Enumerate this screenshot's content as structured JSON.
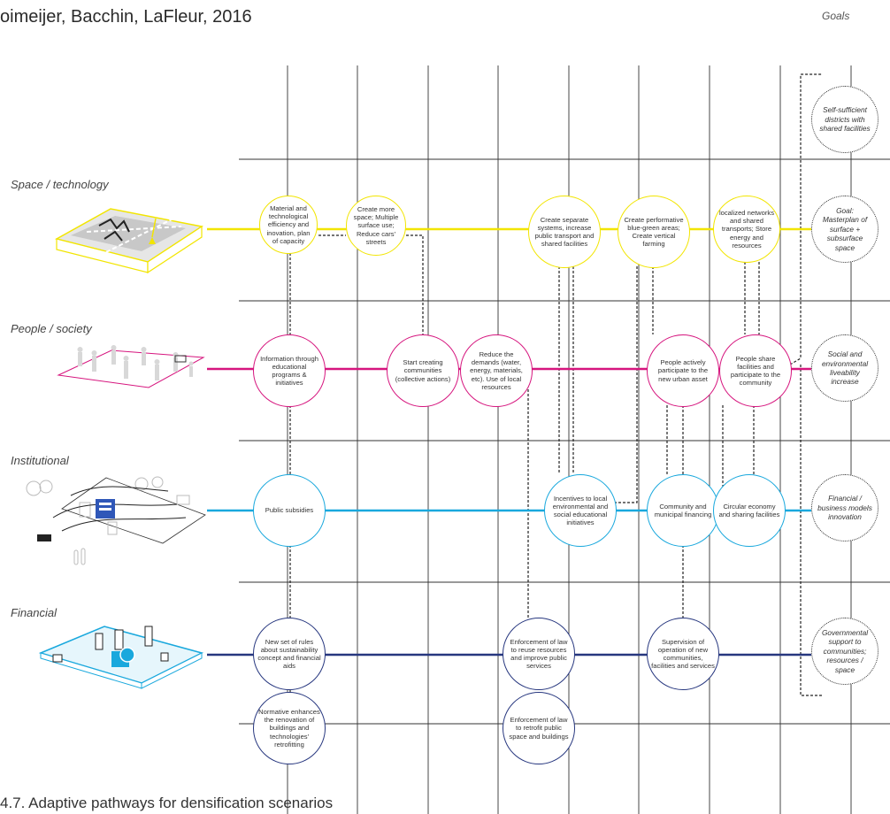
{
  "header": {
    "citation": "oimeijer, Bacchin, LaFleur, 2016",
    "goals_title": "Goals"
  },
  "caption": "4.7. Adaptive pathways for densification scenarios",
  "colors": {
    "space": "#f2e500",
    "people": "#d6157e",
    "institutional": "#19a8dd",
    "financial": "#27377f",
    "grid": "#333333"
  },
  "layers": [
    {
      "key": "space",
      "label": "Space / technology"
    },
    {
      "key": "people",
      "label": "People / society"
    },
    {
      "key": "institutional",
      "label": "Institutional"
    },
    {
      "key": "financial",
      "label": "Financial"
    }
  ],
  "nodes": {
    "space": [
      "Material and technological efficiency and inovation, plan of capacity",
      "Create more space; Multiple surface use; Reduce cars' streets",
      "Create separate systems, increase public transport and shared facilities",
      "Create performative blue-green areas; Create vertical farming",
      "localized networks and shared transports; Store energy and resources"
    ],
    "people": [
      "Information through educational programs & initiatives",
      "Start creating communities (collective actions)",
      "Reduce the demands (water, energy, materials, etc). Use of local resources",
      "People actively participate to the new urban asset",
      "People share facilities and participate to the community"
    ],
    "institutional": [
      "Public subsidies",
      "Incentives to local environmental and social educational initiatives",
      "Community and municipal financing",
      "Circular economy and sharing facilities"
    ],
    "financial": [
      "New set of rules about sustainability concept and financial aids",
      "Enforcement of law to reuse resources and improve public services",
      "Supervision of operation of new communities, facilities and services"
    ],
    "extra": [
      "Normative enhances the renovation of buildings and technologies' retrofitting",
      "Enforcement of law to retrofit public space and buildings"
    ]
  },
  "goals": [
    "Self-sufficient districts with shared facilities",
    "Goal: Masterplan of surface + subsurface space",
    "Social and environmental liveability increase",
    "Financial / business models innovation",
    "Governmental support to communities; resources / space"
  ]
}
